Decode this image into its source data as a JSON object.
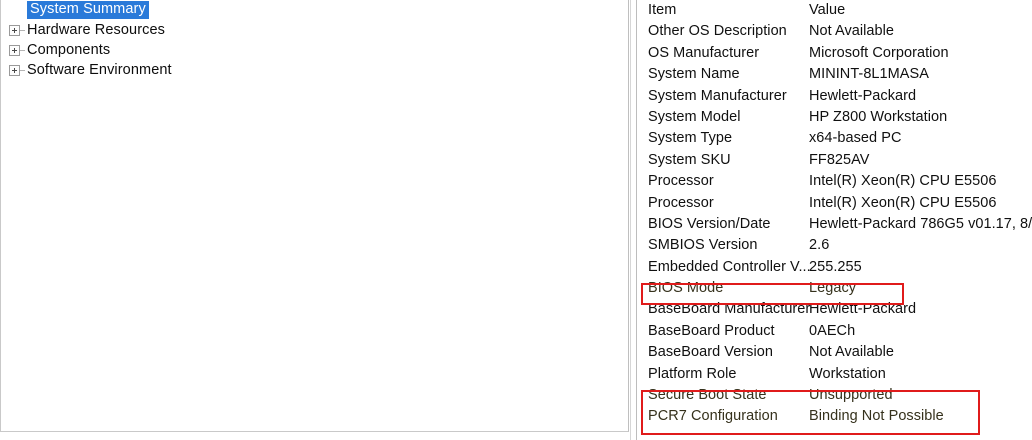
{
  "tree": {
    "items": [
      {
        "label": "System Summary",
        "expandable": false,
        "selected": true
      },
      {
        "label": "Hardware Resources",
        "expandable": true,
        "selected": false
      },
      {
        "label": "Components",
        "expandable": true,
        "selected": false
      },
      {
        "label": "Software Environment",
        "expandable": true,
        "selected": false
      }
    ]
  },
  "details": {
    "columns": {
      "item": "Item",
      "value": "Value"
    },
    "rows": [
      {
        "item": "Other OS Description",
        "value": "Not Available",
        "marked": false
      },
      {
        "item": "OS Manufacturer",
        "value": "Microsoft Corporation",
        "marked": false
      },
      {
        "item": "System Name",
        "value": "MININT-8L1MASA",
        "marked": false
      },
      {
        "item": "System Manufacturer",
        "value": "Hewlett-Packard",
        "marked": false
      },
      {
        "item": "System Model",
        "value": "HP Z800 Workstation",
        "marked": false
      },
      {
        "item": "System Type",
        "value": "x64-based PC",
        "marked": false
      },
      {
        "item": "System SKU",
        "value": "FF825AV",
        "marked": false
      },
      {
        "item": "Processor",
        "value": "Intel(R) Xeon(R) CPU          E5506",
        "marked": false
      },
      {
        "item": "Processor",
        "value": "Intel(R) Xeon(R) CPU          E5506",
        "marked": false
      },
      {
        "item": "BIOS Version/Date",
        "value": "Hewlett-Packard 786G5 v01.17, 8/",
        "marked": false
      },
      {
        "item": "SMBIOS Version",
        "value": "2.6",
        "marked": false
      },
      {
        "item": "Embedded Controller V...",
        "value": "255.255",
        "marked": false
      },
      {
        "item": "BIOS Mode",
        "value": "Legacy",
        "marked": true
      },
      {
        "item": "BaseBoard Manufacturer",
        "value": "Hewlett-Packard",
        "marked": false
      },
      {
        "item": "BaseBoard Product",
        "value": "0AECh",
        "marked": false
      },
      {
        "item": "BaseBoard Version",
        "value": "Not Available",
        "marked": false
      },
      {
        "item": "Platform Role",
        "value": "Workstation",
        "marked": false
      },
      {
        "item": "Secure Boot State",
        "value": "Unsupported",
        "marked": true
      },
      {
        "item": "PCR7 Configuration",
        "value": "Binding Not Possible",
        "marked": true
      }
    ]
  },
  "annotations": {
    "color": "#e01b1b",
    "boxes": [
      {
        "name": "bios-mode-highlight",
        "targets": [
          "BIOS Mode"
        ]
      },
      {
        "name": "secure-boot-highlight",
        "targets": [
          "Secure Boot State",
          "PCR7 Configuration"
        ]
      }
    ]
  }
}
